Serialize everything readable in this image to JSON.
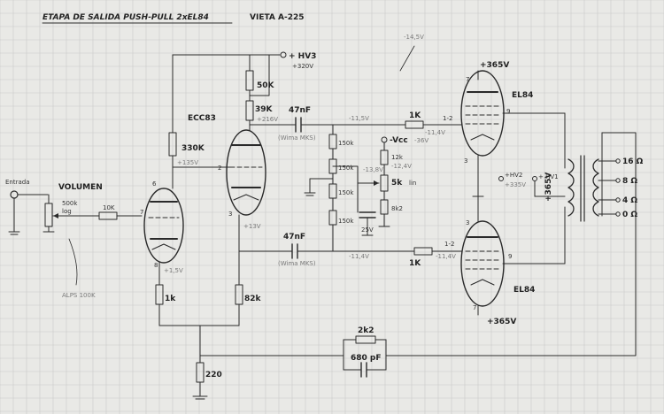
{
  "title": "ETAPA DE SALIDA PUSH-PULL 2xEL84",
  "subtitle": "VIETA A-225",
  "tubes": {
    "driver": "ECC83",
    "upper_power": "EL84",
    "lower_power": "EL84"
  },
  "input": {
    "label": "Entrada",
    "volume_label": "VOLUMEN",
    "pot_value": "500k",
    "pot_taper": "log",
    "pot_brand": "ALPS 100K"
  },
  "resistors": {
    "r_grid_v1": "10K",
    "r_plate_v1": "330K",
    "r_cath_v1": "1k",
    "r_plate_top": "39K",
    "r_dropper": "50K",
    "r_tail": "82k",
    "r_grid_upper": "1K",
    "r_grid_lower": "1K",
    "r_bias_a": "150k",
    "r_bias_b": "150k",
    "r_bias_c": "150k",
    "r_bias_d": "150k",
    "r_vcc": "12k",
    "r_bal_pot": "5k",
    "r_bal_pot_note": "lin",
    "r_bias_bottom": "8k2",
    "r_feedback": "2k2",
    "r_ground": "220"
  },
  "capacitors": {
    "c_upper": "47nF",
    "c_lower": "47nF",
    "c_feedback": "680 pF",
    "c_bias": "25V"
  },
  "supply": {
    "hv3": "+ HV3",
    "hv3_volt": "+320V",
    "hv1": "+ HV1",
    "hv1_volt": "+365V",
    "hv2": "+HV2",
    "hv2_volt": "+335V",
    "vcc": "-Vcc",
    "vcc_volt": "-36V",
    "top_volt": "+365V",
    "bottom_volt": "+365V",
    "note_bias": "-14,5V"
  },
  "voltages": {
    "v_330k": "+135V",
    "v_cath_v1": "+1,5V",
    "v_tail": "+13V",
    "v_plate_top": "+216V",
    "v_node_upper": "-11,5V",
    "v_grid_upper": "-11,4V",
    "v_node_lower": "-11,4V",
    "v_grid_lower": "-11,4V",
    "v_vcc_node": "-12,4V",
    "v_bias_mid": "-13,8V"
  },
  "pins": {
    "v1_top": "6",
    "v1_grid": "7",
    "v1_bottom": "8",
    "v2_grid": "2",
    "v2_bottom": "3",
    "u_grid": "1-2",
    "u_plate": "9",
    "u_cath": "3",
    "u_top": "7",
    "l_grid": "1-2",
    "l_plate": "9",
    "l_cath": "3",
    "l_bottom": "7"
  },
  "transformer_taps": [
    "16 Ω",
    "8 Ω",
    "4 Ω",
    "0 Ω"
  ],
  "cap_notes": {
    "c_upper_note": "(Wima MKS)",
    "c_lower_note": "(Wima MKS)"
  }
}
